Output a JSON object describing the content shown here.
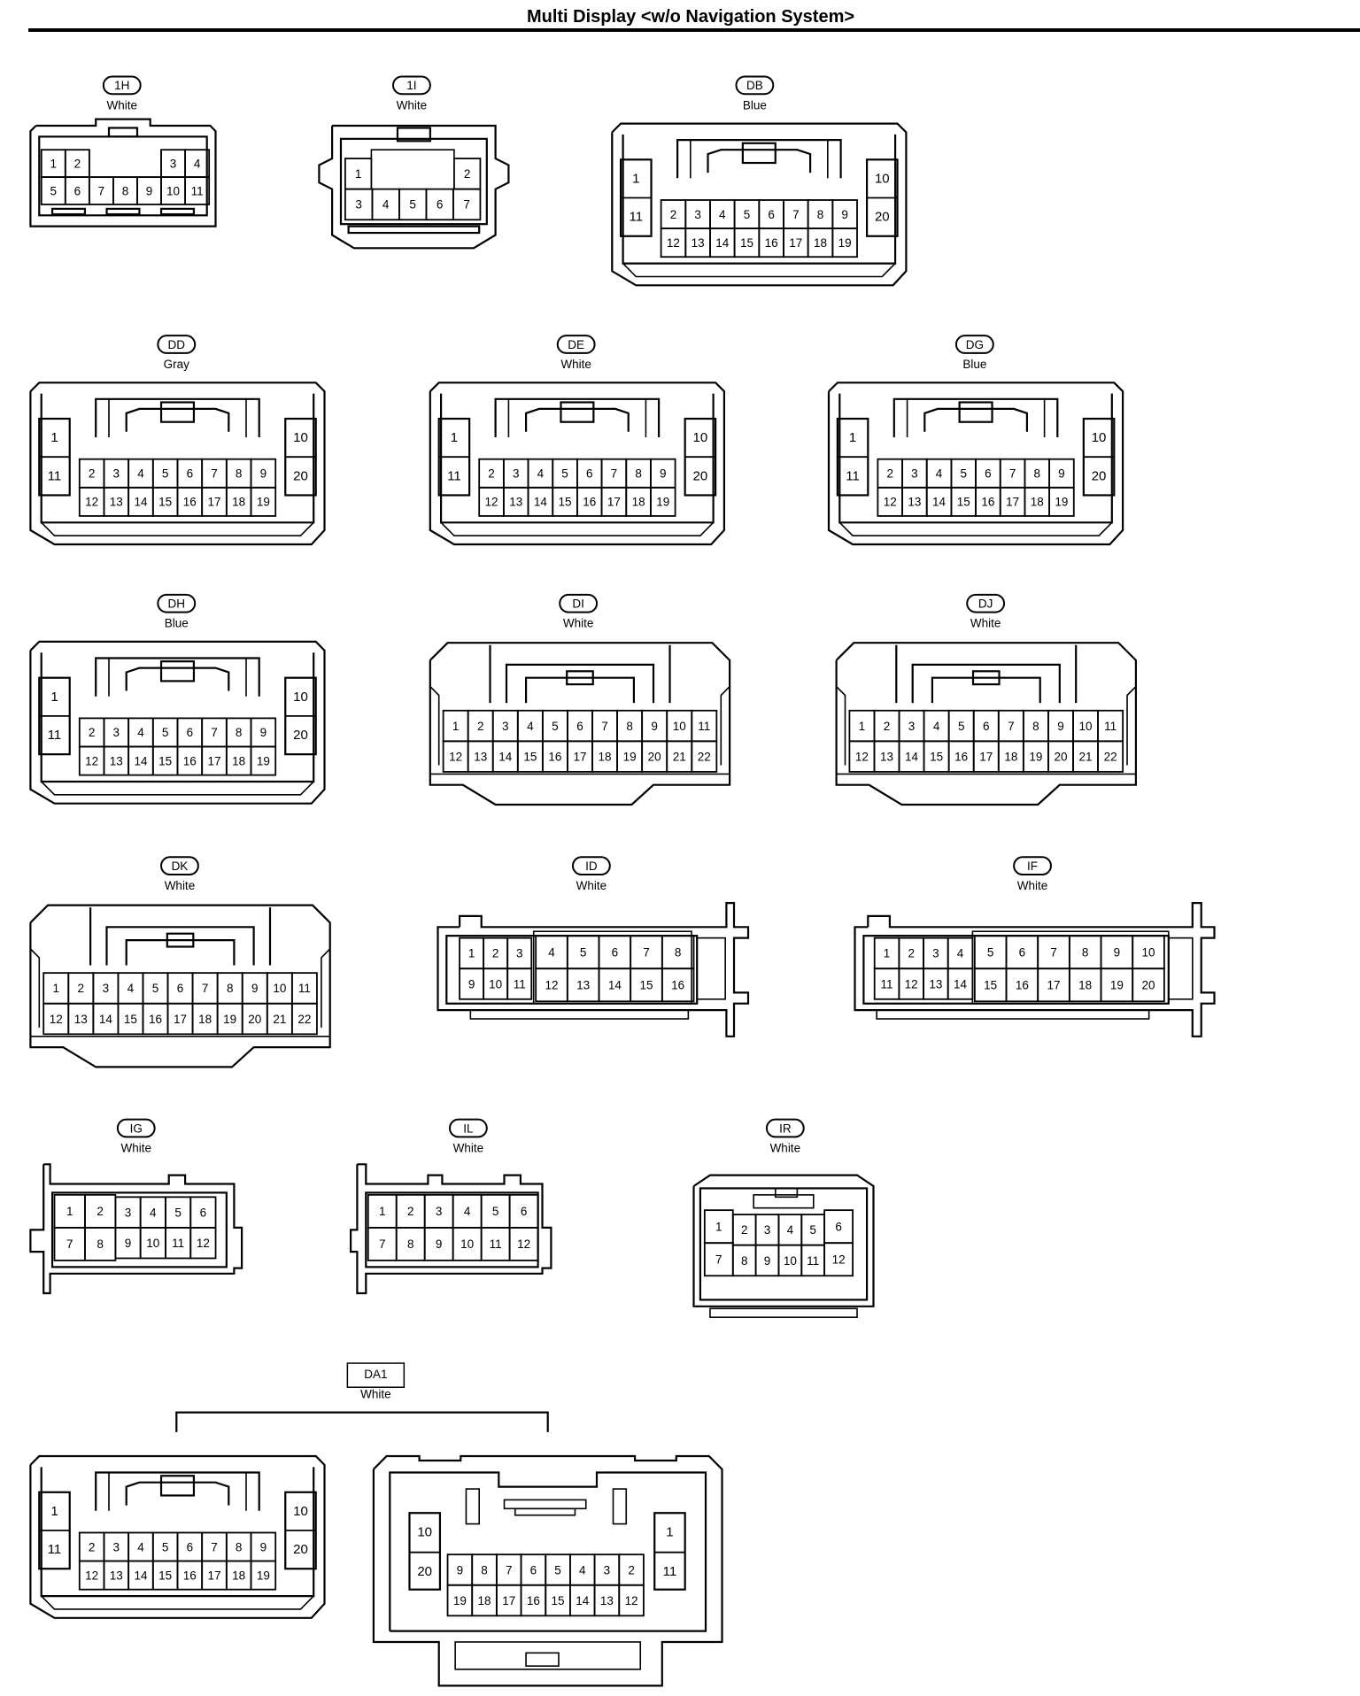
{
  "title": "Multi Display <w/o Navigation System>",
  "connectors": [
    {
      "code": "1H",
      "color": "White"
    },
    {
      "code": "1I",
      "color": "White"
    },
    {
      "code": "DB",
      "color": "Blue"
    },
    {
      "code": "DD",
      "color": "Gray"
    },
    {
      "code": "DE",
      "color": "White"
    },
    {
      "code": "DG",
      "color": "Blue"
    },
    {
      "code": "DH",
      "color": "Blue"
    },
    {
      "code": "DI",
      "color": "White"
    },
    {
      "code": "DJ",
      "color": "White"
    },
    {
      "code": "DK",
      "color": "White"
    },
    {
      "code": "ID",
      "color": "White"
    },
    {
      "code": "IF",
      "color": "White"
    },
    {
      "code": "IG",
      "color": "White"
    },
    {
      "code": "IL",
      "color": "White"
    },
    {
      "code": "IR",
      "color": "White"
    },
    {
      "code": "DA1",
      "color": "White"
    }
  ]
}
